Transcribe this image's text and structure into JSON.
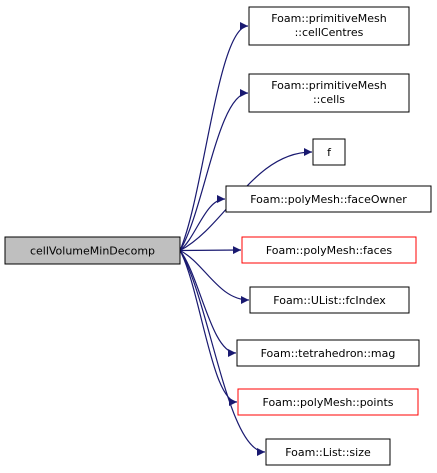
{
  "colors": {
    "edge": "#191970",
    "node_border": "#000000",
    "node_border_undocumented": "#ff0000",
    "source_fill": "#bfbfbf",
    "node_fill": "#ffffff",
    "text": "#000000"
  },
  "source": {
    "label": "cellVolumeMinDecomp"
  },
  "targets": [
    {
      "lines": [
        "Foam::primitiveMesh",
        "::cellCentres"
      ],
      "border": "black"
    },
    {
      "lines": [
        "Foam::primitiveMesh",
        "::cells"
      ],
      "border": "black"
    },
    {
      "lines": [
        "f"
      ],
      "border": "black"
    },
    {
      "lines": [
        "Foam::polyMesh::faceOwner"
      ],
      "border": "black"
    },
    {
      "lines": [
        "Foam::polyMesh::faces"
      ],
      "border": "red"
    },
    {
      "lines": [
        "Foam::UList::fcIndex"
      ],
      "border": "black"
    },
    {
      "lines": [
        "Foam::tetrahedron::mag"
      ],
      "border": "black"
    },
    {
      "lines": [
        "Foam::polyMesh::points"
      ],
      "border": "red"
    },
    {
      "lines": [
        "Foam::List::size"
      ],
      "border": "black"
    }
  ]
}
